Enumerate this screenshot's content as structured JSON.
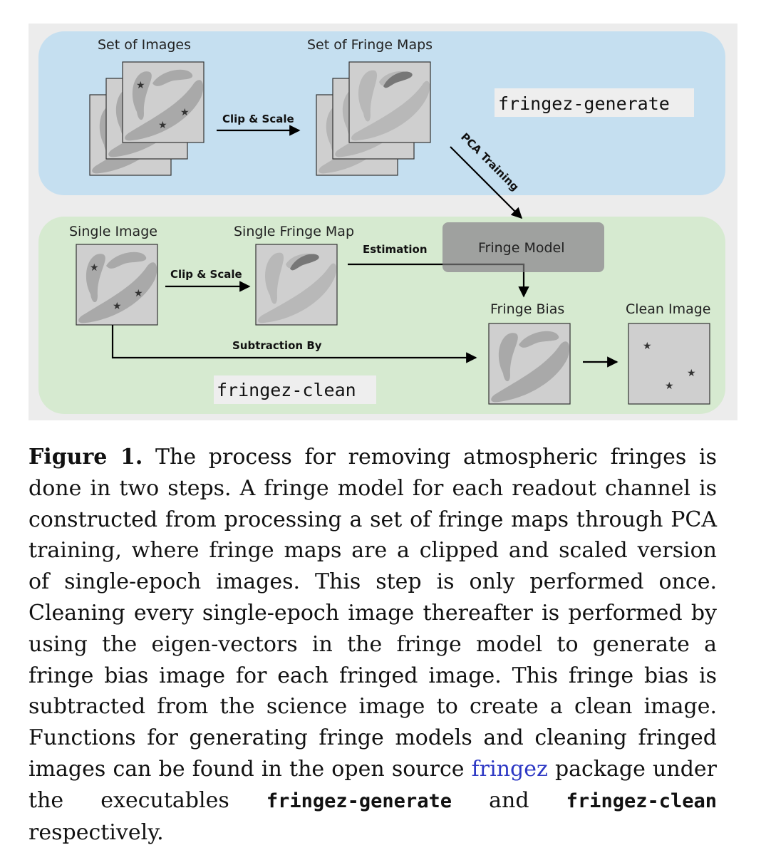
{
  "figure": {
    "top_panel": {
      "set_of_images_label": "Set of Images",
      "set_of_fringe_maps_label": "Set of Fringe Maps",
      "clip_scale_label": "Clip & Scale",
      "pca_training_label": "PCA Training",
      "command": "fringez-generate"
    },
    "bottom_panel": {
      "single_image_label": "Single Image",
      "single_fringe_map_label": "Single Fringe Map",
      "clip_scale_label": "Clip & Scale",
      "estimation_label": "Estimation",
      "fringe_model_label": "Fringe Model",
      "fringe_bias_label": "Fringe Bias",
      "clean_image_label": "Clean Image",
      "subtraction_label": "Subtraction By",
      "command": "fringez-clean"
    },
    "star_glyph": "★",
    "colors": {
      "top_panel_bg": "#c5dff0",
      "bottom_panel_bg": "#d6ead0",
      "outer_bg": "#ececec",
      "image_bg": "#cfcfcf",
      "fringe_model_bg": "#9a9a9a",
      "link": "#2d38c4"
    }
  },
  "caption": {
    "label": "Figure 1.",
    "text_1": " The process for removing atmospheric fringes is done in two steps. A fringe model for each readout channel is constructed from processing a set of fringe maps through PCA training, where fringe maps are a clipped and scaled version of single-epoch images. This step is only performed once. Cleaning every single-epoch image thereafter is performed by using the eigen-vectors in the fringe model to generate a fringe bias image for each fringed image. This fringe bias is subtracted from the science image to create a clean image. Functions for generating fringe models and cleaning fringed images can be found in the open source ",
    "link": "fringez",
    "text_2": " package under the executables ",
    "code_1": "fringez-generate",
    "text_3": " and ",
    "code_2": "fringez-clean",
    "text_4": " respectively."
  }
}
